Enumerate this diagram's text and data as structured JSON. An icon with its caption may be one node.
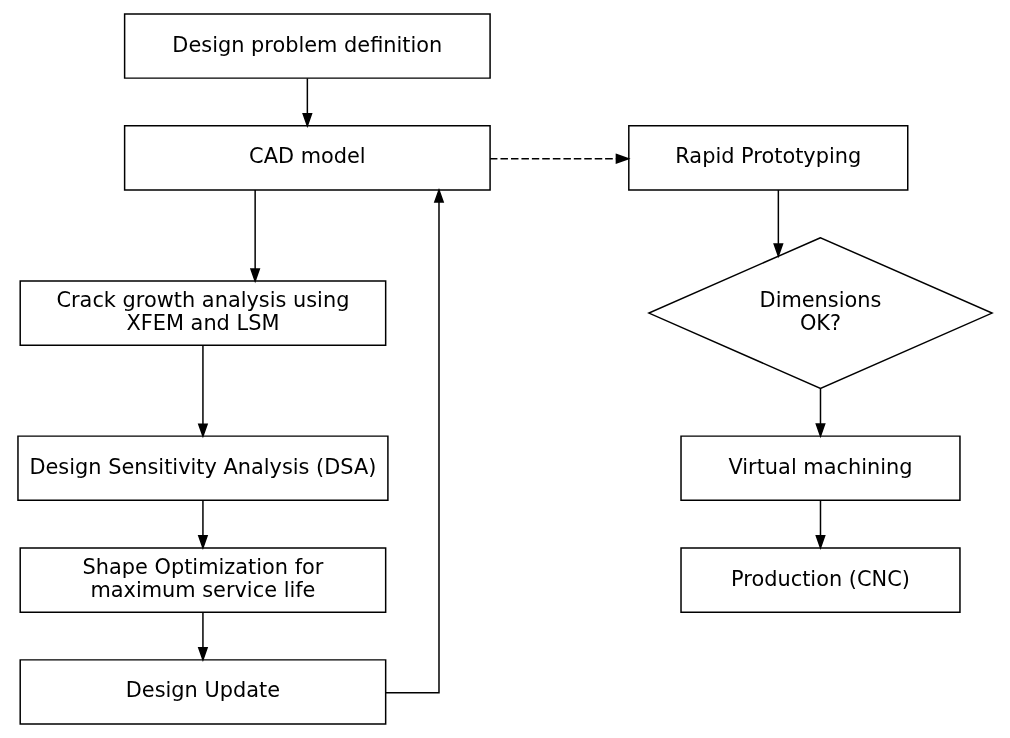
{
  "diagram": {
    "nodes": [
      {
        "text": [
          "Design problem definition"
        ]
      },
      {
        "text": [
          "CAD model"
        ]
      },
      {
        "text": [
          "Crack growth analysis using XFEM and LSM"
        ]
      },
      {
        "text": [
          "Design Sensitivity Analysis (DSA)"
        ]
      },
      {
        "text": [
          "Shape Optimization for maximum service life"
        ]
      },
      {
        "text": [
          "Design Update"
        ]
      },
      {
        "text": [
          "Rapid Prototyping"
        ]
      },
      {
        "text": [
          "Dimensions OK?"
        ]
      },
      {
        "text": [
          "Virtual machining"
        ]
      },
      {
        "text": [
          "Production (CNC)"
        ]
      }
    ],
    "edges": [
      {
        "from": 0,
        "to": 1,
        "arrow": "to"
      },
      {
        "from": 1,
        "to": 2,
        "arrow": "to"
      },
      {
        "from": 2,
        "to": 3,
        "arrow": "to"
      },
      {
        "from": 3,
        "to": 4,
        "arrow": "to"
      },
      {
        "from": 4,
        "to": 5,
        "arrow": "to"
      },
      {
        "from": 5,
        "to": 1,
        "arrow": "to"
      },
      {
        "from": 1,
        "to": 6,
        "arrow": "to",
        "style": "dashed"
      },
      {
        "from": 6,
        "to": 7,
        "arrow": "to"
      },
      {
        "from": 7,
        "to": 8,
        "arrow": "to"
      },
      {
        "from": 8,
        "to": 9,
        "arrow": "to"
      }
    ]
  }
}
